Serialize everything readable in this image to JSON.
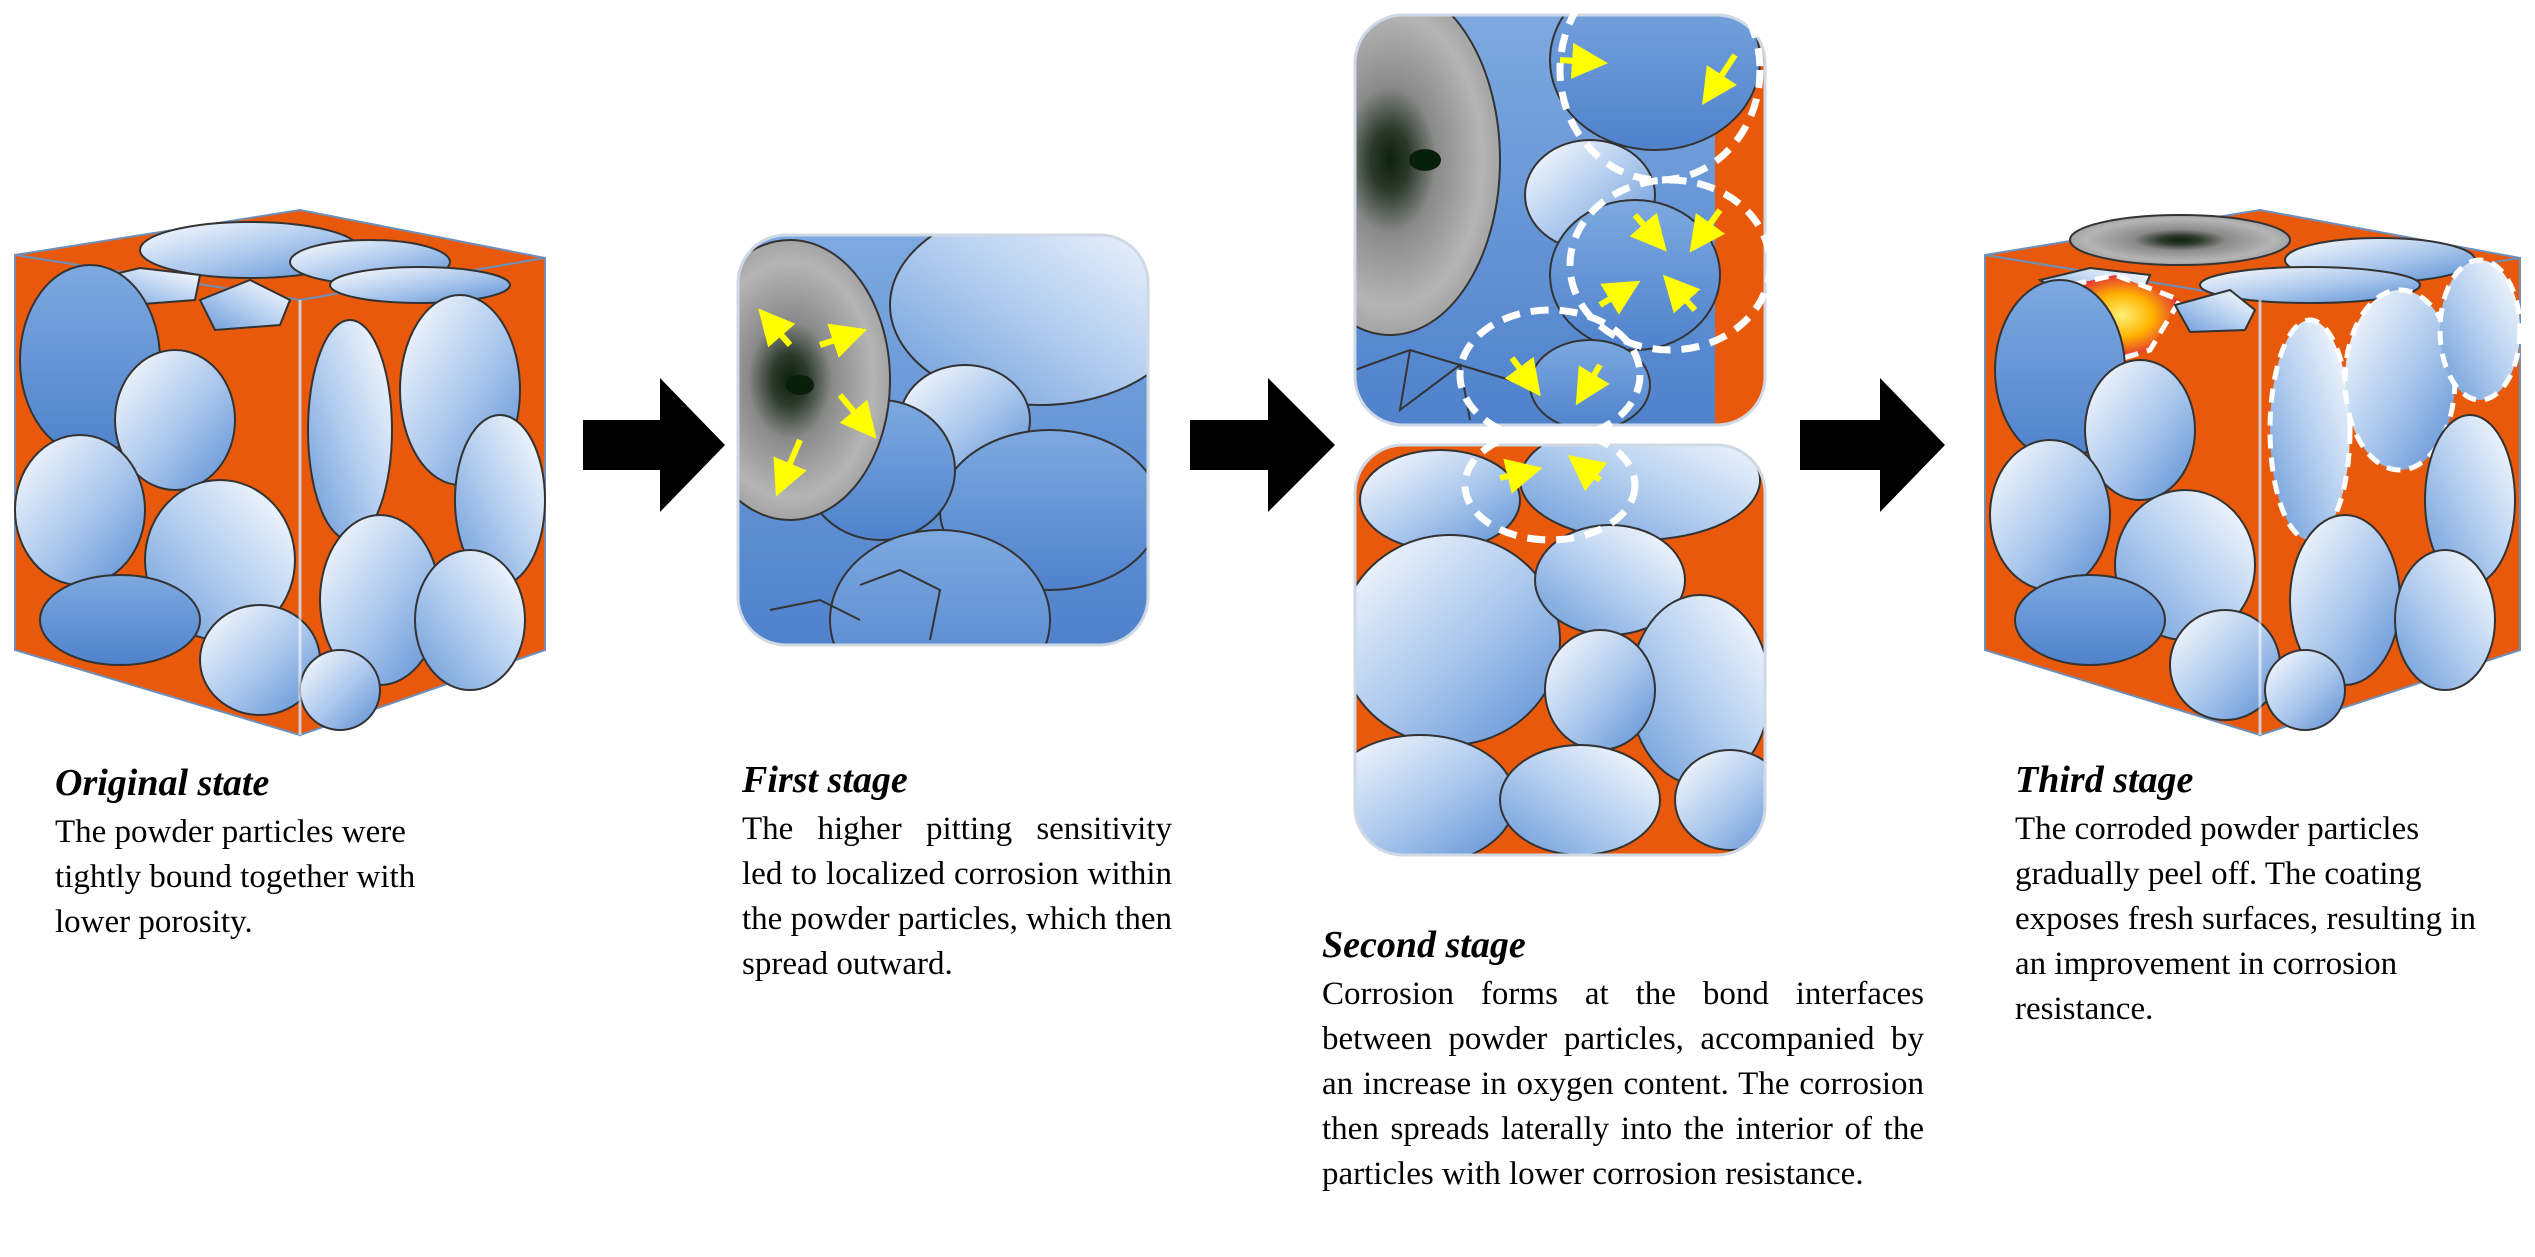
{
  "colors": {
    "particle_light": "#eaf2fb",
    "particle_dark": "#5b8ed3",
    "binder_orange": "#e8590c",
    "arrow_black": "#000000",
    "flow_arrow_yellow": "#ffff00",
    "dashed_outline": "#ffffff"
  },
  "icons": [
    "right-arrow-icon",
    "yellow-arrow-icon",
    "corrosion-pit-icon",
    "corrosion-fire-icon"
  ],
  "stages": [
    {
      "title": "Original state",
      "text": "The powder particles were tightly bound together with lower porosity."
    },
    {
      "title": "First stage",
      "text": "The higher pitting sensitivity led to localized corrosion within the powder particles, which then spread outward."
    },
    {
      "title": "Second stage",
      "text": "Corrosion forms at the bond interfaces between powder particles, accompanied by an increase in oxygen content. The corrosion then spreads laterally into the interior of the particles with lower corrosion resistance."
    },
    {
      "title": "Third stage",
      "text": "The corroded powder particles gradually peel off. The coating exposes fresh surfaces, resulting in an improvement in corrosion resistance."
    }
  ]
}
